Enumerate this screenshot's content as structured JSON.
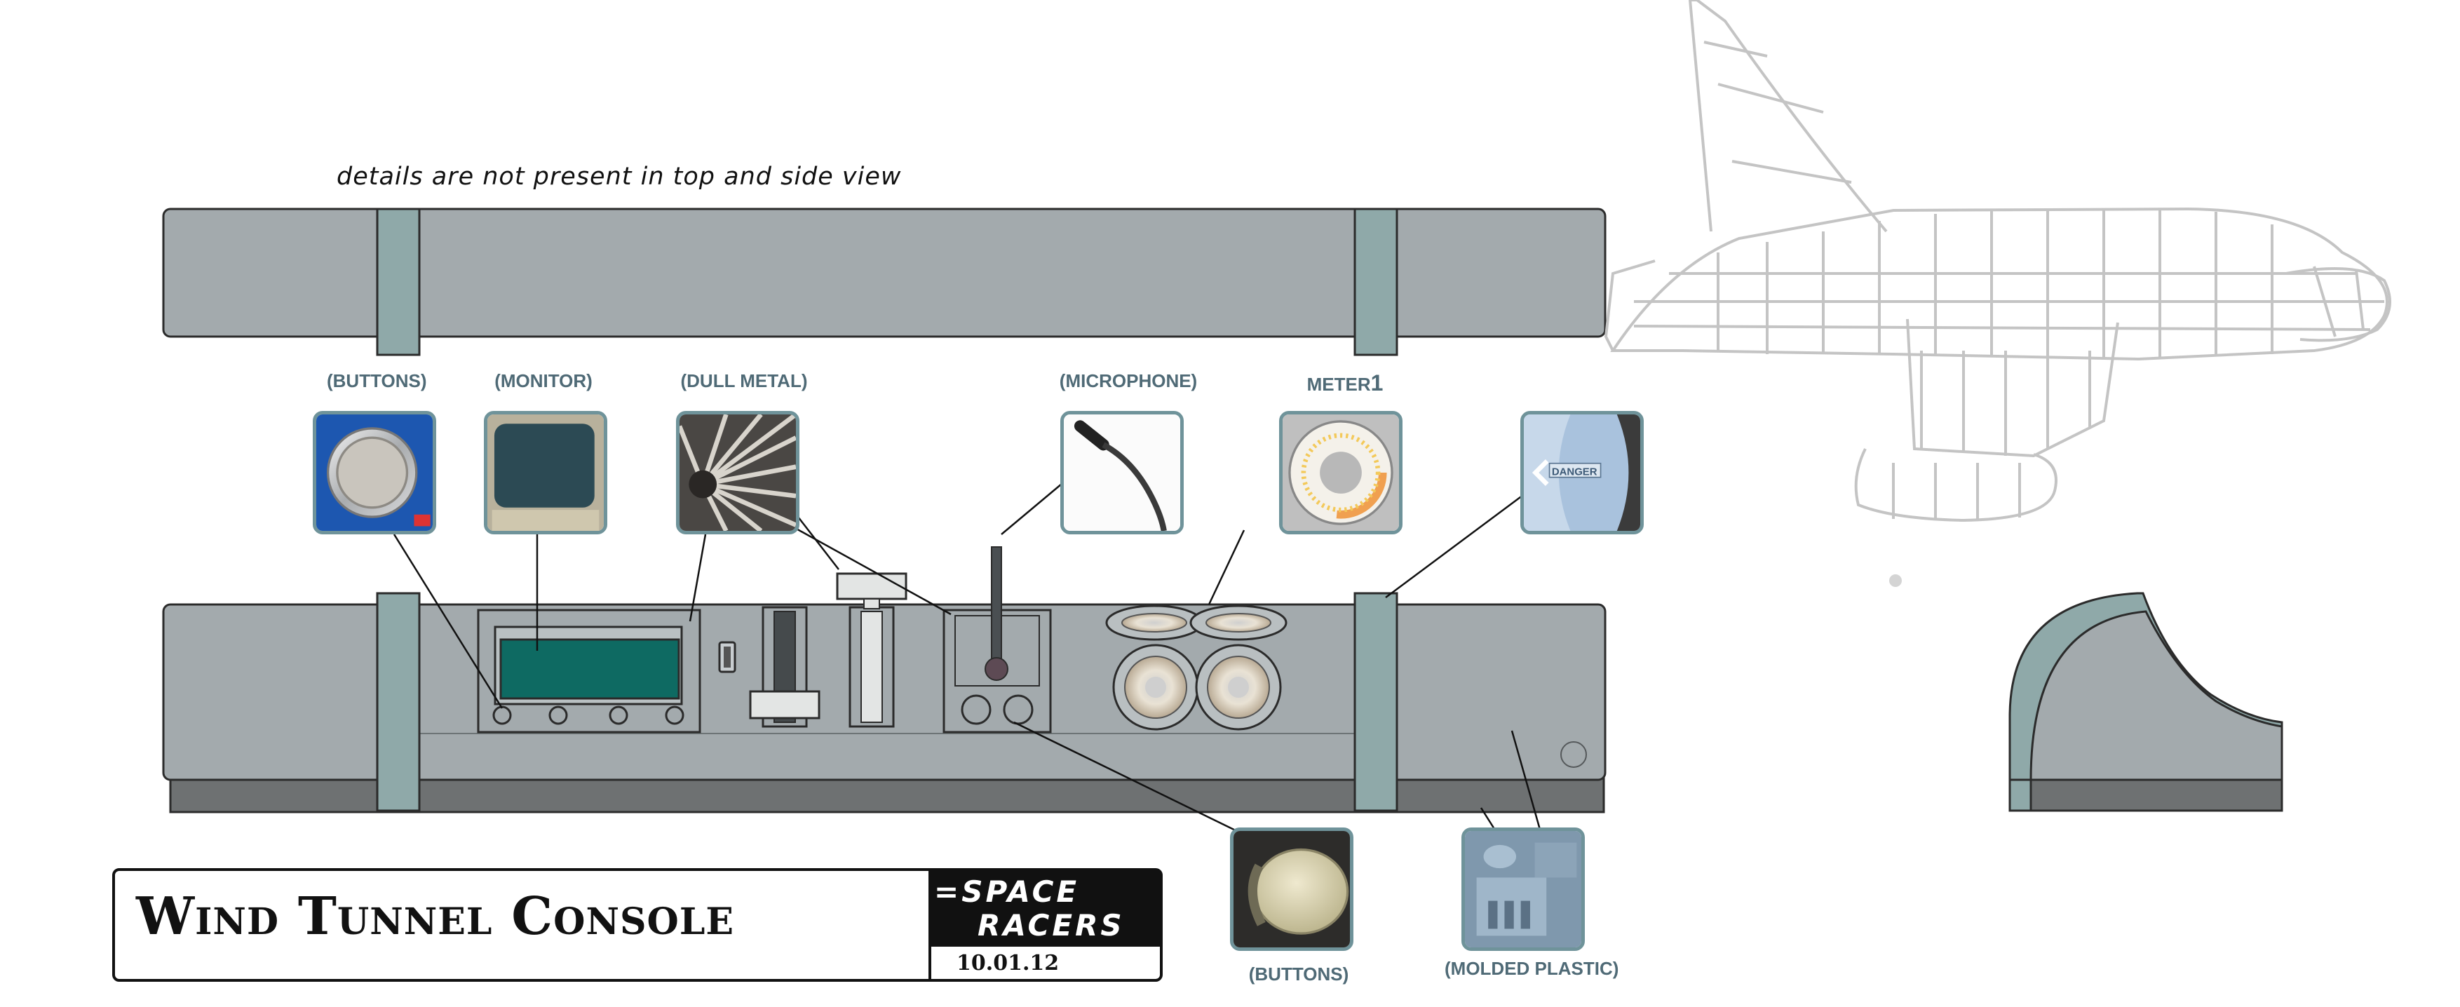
{
  "note": "details are not present in top and side view",
  "labels": {
    "buttons_top": "(BUTTONS)",
    "monitor": "(MONITOR)",
    "dull_metal": "(DULL METAL)",
    "microphone": "(MICROPHONE)",
    "meter_word": "METER",
    "meter_num": "1",
    "buttons_bottom": "(BUTTONS)",
    "molded_plastic": "(MOLDED PLASTIC)"
  },
  "decal_text": "DANGER",
  "title_block": {
    "title": "Wind Tunnel Console",
    "logo_line1": "=SPACE",
    "logo_line2": "RACERS",
    "date": "10.01.12"
  },
  "colors": {
    "console_gray": "#a3aaad",
    "strap_teal": "#8fa9a9",
    "label_text": "#4f6a76",
    "screen_green": "#0e6a62",
    "swatch_border": "#6f939a",
    "base_dark": "#6e7172"
  }
}
